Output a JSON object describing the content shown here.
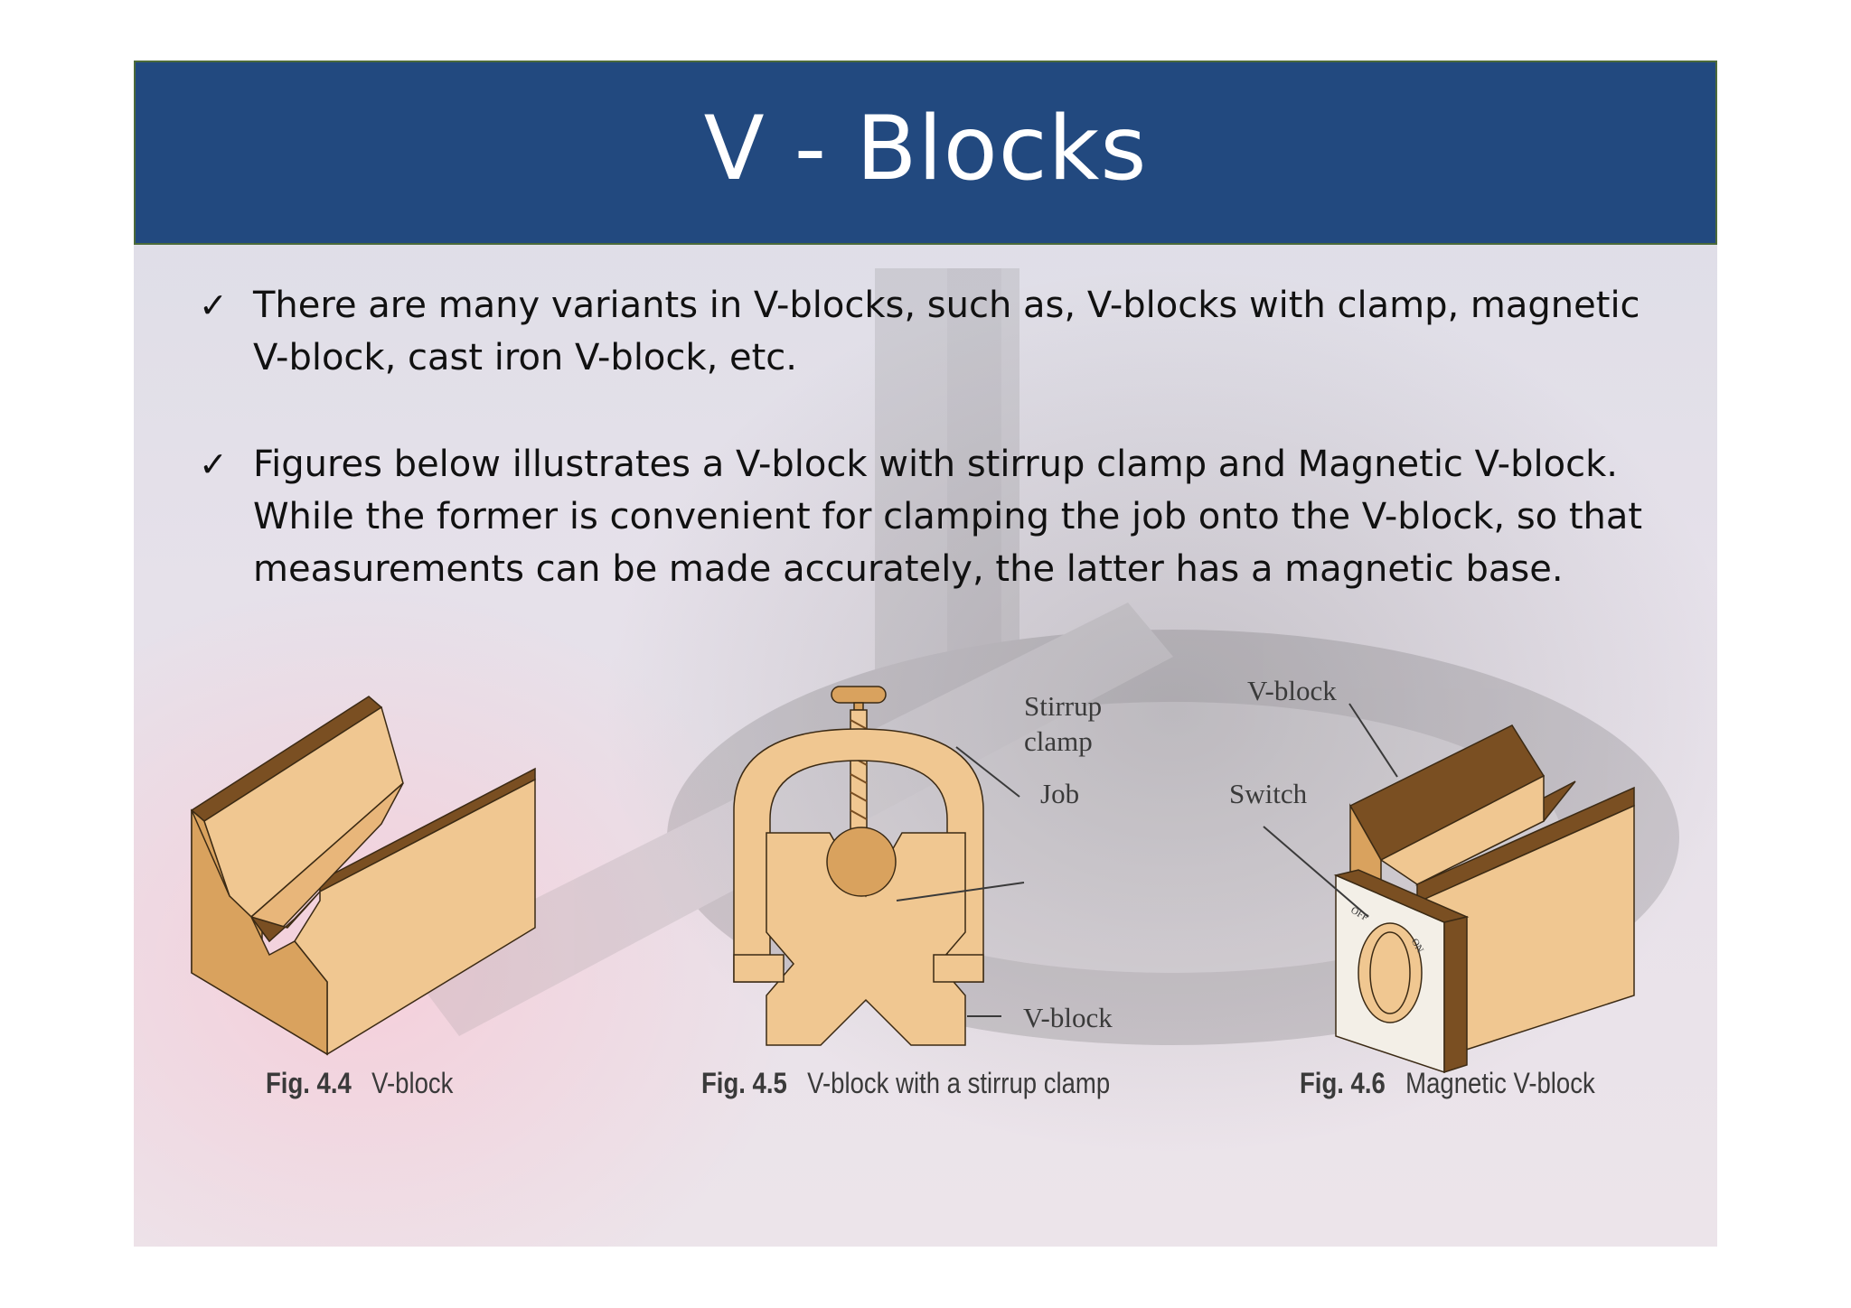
{
  "slide": {
    "title": "V - Blocks",
    "bullets": [
      "There are many variants in V-blocks, such as, V-blocks with clamp, magnetic V-block, cast iron V-block, etc.",
      "Figures below illustrates a V-block with stirrup clamp and Magnetic V-block. While the former is convenient for clamping the job onto the V-block, so that measurements can be made accurately, the latter has a magnetic base."
    ],
    "check_icon": "✓"
  },
  "figures": [
    {
      "number": "Fig. 4.4",
      "caption": "V-block"
    },
    {
      "number": "Fig. 4.5",
      "caption": "V-block with a stirrup clamp",
      "labels": {
        "stirrup": "Stirrup",
        "clamp": "clamp",
        "job": "Job",
        "vblock": "V-block"
      }
    },
    {
      "number": "Fig. 4.6",
      "caption": "Magnetic V-block",
      "labels": {
        "vblock": "V-block",
        "switch": "Switch",
        "off": "OFF",
        "on": "ON"
      }
    }
  ],
  "colors": {
    "title_bar": "#22497f",
    "block_light": "#f0c791",
    "block_mid": "#d9a25e",
    "block_dark": "#7a4f22"
  }
}
